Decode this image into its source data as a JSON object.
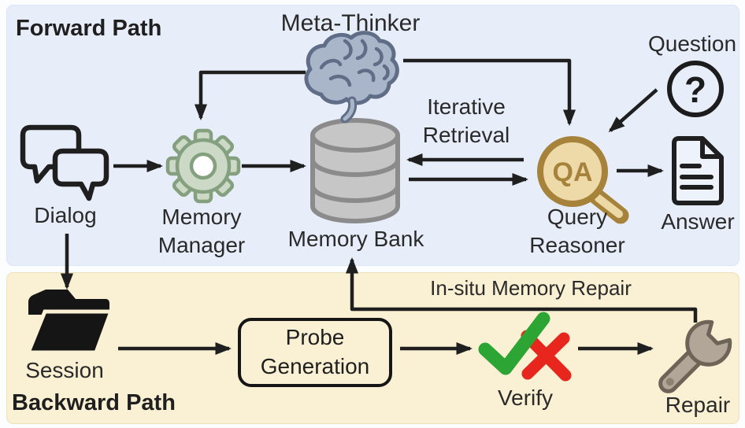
{
  "diagram": {
    "forward": {
      "title": "Forward Path",
      "meta_thinker": "Meta-Thinker",
      "question": "Question",
      "dialog": "Dialog",
      "memory_manager": {
        "line1": "Memory",
        "line2": "Manager"
      },
      "memory_bank": "Memory Bank",
      "iterative_retrieval": {
        "line1": "Iterative",
        "line2": "Retrieval"
      },
      "query_reasoner": {
        "line1": "Query",
        "line2": "Reasoner"
      },
      "answer": "Answer",
      "qa_badge": "QA",
      "question_mark": "?"
    },
    "backward": {
      "title": "Backward Path",
      "session": "Session",
      "probe_generation": {
        "line1": "Probe",
        "line2": "Generation"
      },
      "in_situ_label": "In-situ Memory Repair",
      "verify": "Verify",
      "repair": "Repair"
    },
    "colors": {
      "forward_bg": "#e8eef9",
      "backward_bg": "#faf0d3",
      "line": "#1f1f1f",
      "brain_fill": "#a9b6ca",
      "brain_stroke": "#5f6d87",
      "gear_fill": "#cbd9c6",
      "gear_stroke": "#84a07f",
      "database_fill": "#c6c6c6",
      "database_stroke": "#8b8b8b",
      "qa_fill": "#eedaa8",
      "qa_stroke": "#a6823b",
      "check_green": "#2ca535",
      "cross_red": "#e7271d",
      "wrench_fill": "#b2a698",
      "wrench_stroke": "#6e6357",
      "folder_black": "#151515"
    }
  }
}
